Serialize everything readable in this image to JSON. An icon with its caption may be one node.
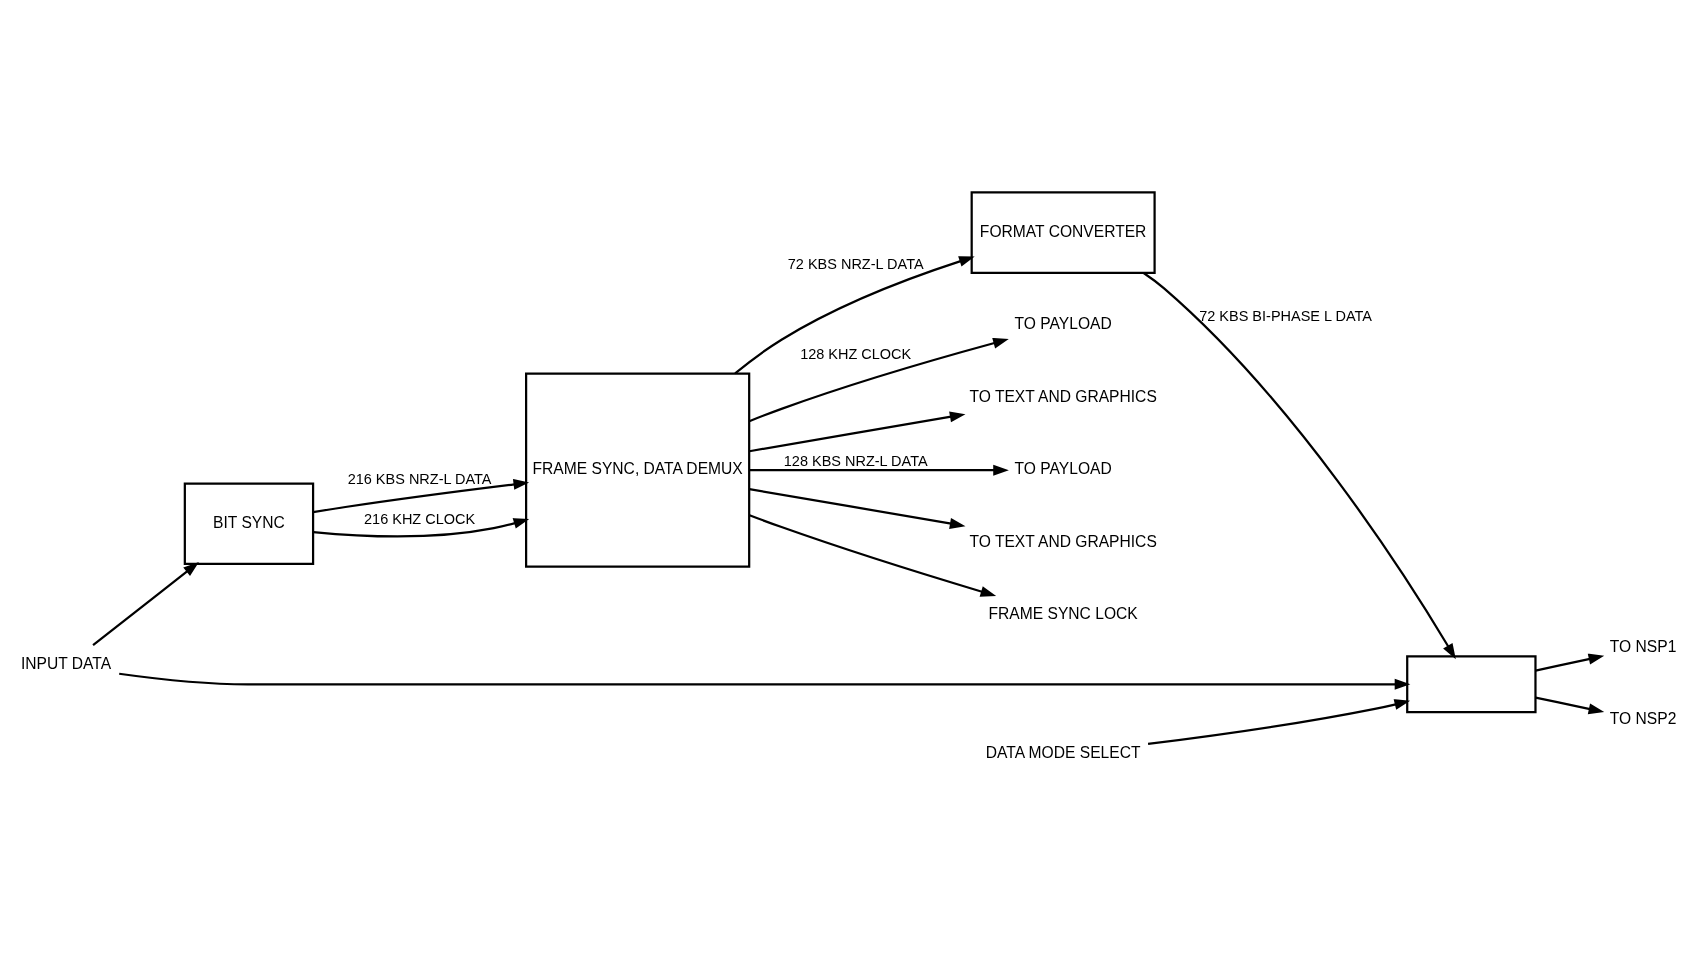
{
  "diagram": {
    "nodes": [
      {
        "text": [
          "INPUT DATA"
        ]
      },
      {
        "text": [
          "BIT SYNC"
        ]
      },
      {
        "text": [
          "FRAME SYNC, DATA DEMUX"
        ]
      },
      {
        "text": [
          "FORMAT CONVERTER"
        ]
      },
      {
        "text": [],
        "shape": "box"
      },
      {
        "text": [
          "DATA MODE SELECT"
        ]
      },
      {
        "text": [
          "TO NSP1"
        ]
      },
      {
        "text": [
          "TO NSP2"
        ]
      },
      {
        "text": [
          "TO PAYLOAD"
        ]
      },
      {
        "text": [
          "TO TEXT AND GRAPHICS"
        ]
      },
      {
        "text": [
          "TO PAYLOAD"
        ]
      },
      {
        "text": [
          "TO TEXT AND GRAPHICS"
        ]
      },
      {
        "text": [
          "FRAME SYNC LOCK"
        ]
      }
    ],
    "edges": [
      {
        "from": 0,
        "to": 1,
        "arrow": "to"
      },
      {
        "from": 0,
        "to": 4,
        "arrow": "to"
      },
      {
        "from": 5,
        "to": 4,
        "arrow": "to"
      },
      {
        "from": 1,
        "to": 2,
        "arrow": "to",
        "label": "216 KBS NRZ-L DATA"
      },
      {
        "from": 1,
        "to": 2,
        "arrow": "to",
        "label": "216 KHZ CLOCK"
      },
      {
        "from": 2,
        "to": 3,
        "arrow": "to",
        "label": "72 KBS NRZ-L DATA"
      },
      {
        "from": 3,
        "to": 4,
        "arrow": "to",
        "label": "72 KBS BI-PHASE L DATA"
      },
      {
        "from": 4,
        "to": 6,
        "arrow": "to"
      },
      {
        "from": 4,
        "to": 7,
        "arrow": "to"
      },
      {
        "from": 2,
        "to": 8,
        "arrow": "to",
        "label": "128 KHZ CLOCK"
      },
      {
        "from": 2,
        "to": 9,
        "arrow": "to"
      },
      {
        "from": 2,
        "to": 10,
        "arrow": "to",
        "label": "128 KBS NRZ-L DATA"
      },
      {
        "from": 2,
        "to": 11,
        "arrow": "to"
      },
      {
        "from": 2,
        "to": 12,
        "arrow": "to"
      }
    ]
  }
}
